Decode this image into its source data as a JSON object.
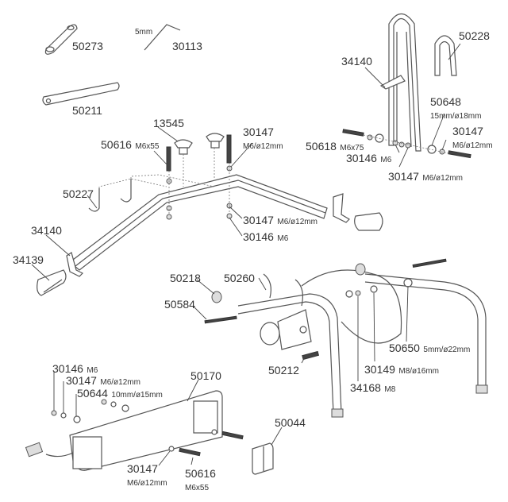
{
  "parts": [
    {
      "id": "p1",
      "number": "50273",
      "spec": ""
    },
    {
      "id": "p2",
      "number": "30113",
      "spec": "5mm"
    },
    {
      "id": "p3",
      "number": "50211",
      "spec": ""
    },
    {
      "id": "p4",
      "number": "13545",
      "spec": ""
    },
    {
      "id": "p5",
      "number": "50616",
      "spec": "M6x55"
    },
    {
      "id": "p6",
      "number": "30147",
      "spec": "M6/ø12mm"
    },
    {
      "id": "p7",
      "number": "50227",
      "spec": ""
    },
    {
      "id": "p8",
      "number": "30147",
      "spec": "M6/ø12mm"
    },
    {
      "id": "p9",
      "number": "30146",
      "spec": "M6"
    },
    {
      "id": "p10",
      "number": "34140",
      "spec": ""
    },
    {
      "id": "p11",
      "number": "34139",
      "spec": ""
    },
    {
      "id": "p12",
      "number": "34140",
      "spec": ""
    },
    {
      "id": "p13",
      "number": "50228",
      "spec": ""
    },
    {
      "id": "p14",
      "number": "50648",
      "spec": "15mm/ø18mm"
    },
    {
      "id": "p15",
      "number": "30147",
      "spec": "M6/ø12mm"
    },
    {
      "id": "p16",
      "number": "50618",
      "spec": "M6x75"
    },
    {
      "id": "p17",
      "number": "30146",
      "spec": "M6"
    },
    {
      "id": "p18",
      "number": "30147",
      "spec": "M6/ø12mm"
    },
    {
      "id": "p19",
      "number": "50218",
      "spec": ""
    },
    {
      "id": "p20",
      "number": "50260",
      "spec": ""
    },
    {
      "id": "p21",
      "number": "50584",
      "spec": ""
    },
    {
      "id": "p22",
      "number": "50650",
      "spec": "5mm/ø22mm"
    },
    {
      "id": "p23",
      "number": "50212",
      "spec": ""
    },
    {
      "id": "p24",
      "number": "30149",
      "spec": "M8/ø16mm"
    },
    {
      "id": "p25",
      "number": "34168",
      "spec": "M8"
    },
    {
      "id": "p26",
      "number": "30146",
      "spec": "M6"
    },
    {
      "id": "p27",
      "number": "30147",
      "spec": "M6/ø12mm"
    },
    {
      "id": "p28",
      "number": "50644",
      "spec": "10mm/ø15mm"
    },
    {
      "id": "p29",
      "number": "50170",
      "spec": ""
    },
    {
      "id": "p30",
      "number": "50044",
      "spec": ""
    },
    {
      "id": "p31",
      "number": "30147",
      "spec": "M6/ø12mm"
    },
    {
      "id": "p32",
      "number": "50616",
      "spec": "M6x55"
    }
  ]
}
